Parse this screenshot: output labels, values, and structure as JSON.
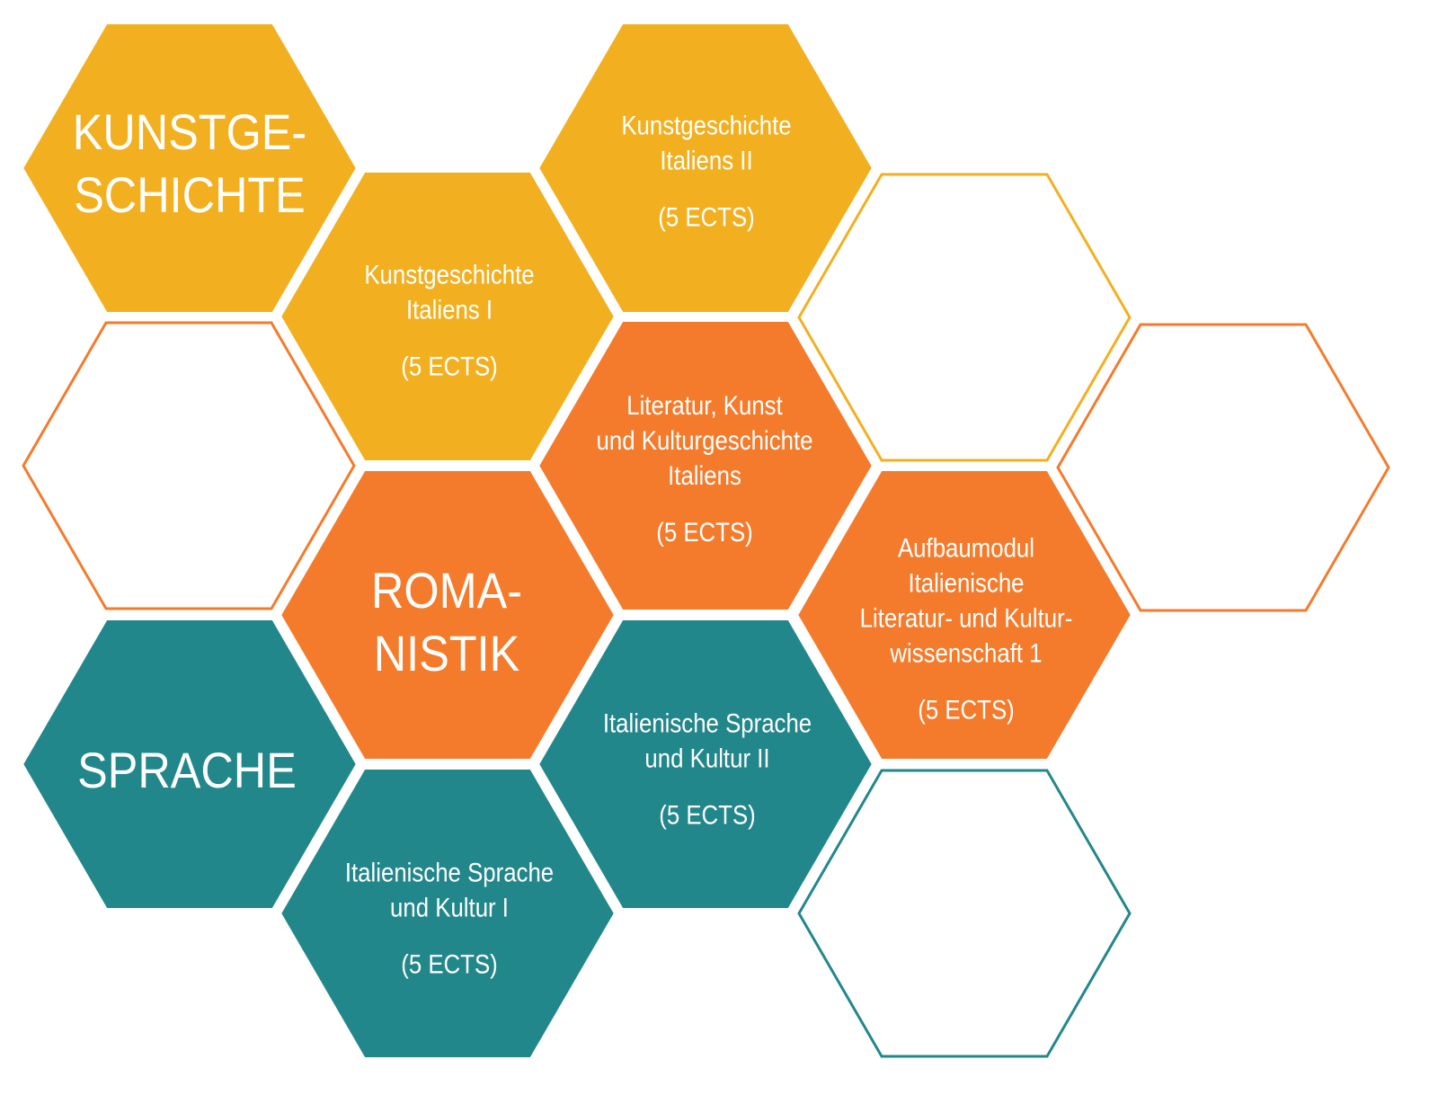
{
  "colors": {
    "yellow": "#F2B020",
    "orange": "#F47B2C",
    "teal": "#22878B"
  },
  "hexes": {
    "kunstgeschichte": {
      "lines": [
        "KUNSTGE-",
        "SCHICHTE"
      ]
    },
    "kg1": {
      "lines": [
        "Kunstgeschichte",
        "Italiens I"
      ],
      "ects": "(5 ECTS)"
    },
    "kg2": {
      "lines": [
        "Kunstgeschichte",
        "Italiens II"
      ],
      "ects": "(5 ECTS)"
    },
    "literatur": {
      "lines": [
        "Literatur, Kunst",
        "und Kulturgeschichte",
        "Italiens"
      ],
      "ects": "(5 ECTS)"
    },
    "romanistik": {
      "lines": [
        "ROMA-",
        "NISTIK"
      ]
    },
    "aufbau": {
      "lines": [
        "Aufbaumodul",
        "Italienische",
        "Literatur- und Kultur-",
        "wissenschaft 1"
      ],
      "ects": "(5 ECTS)"
    },
    "sprache": {
      "lines": [
        "SPRACHE"
      ]
    },
    "sk1": {
      "lines": [
        "Italienische Sprache",
        "und Kultur I"
      ],
      "ects": "(5 ECTS)"
    },
    "sk2": {
      "lines": [
        "Italienische Sprache",
        "und Kultur II"
      ],
      "ects": "(5 ECTS)"
    }
  }
}
